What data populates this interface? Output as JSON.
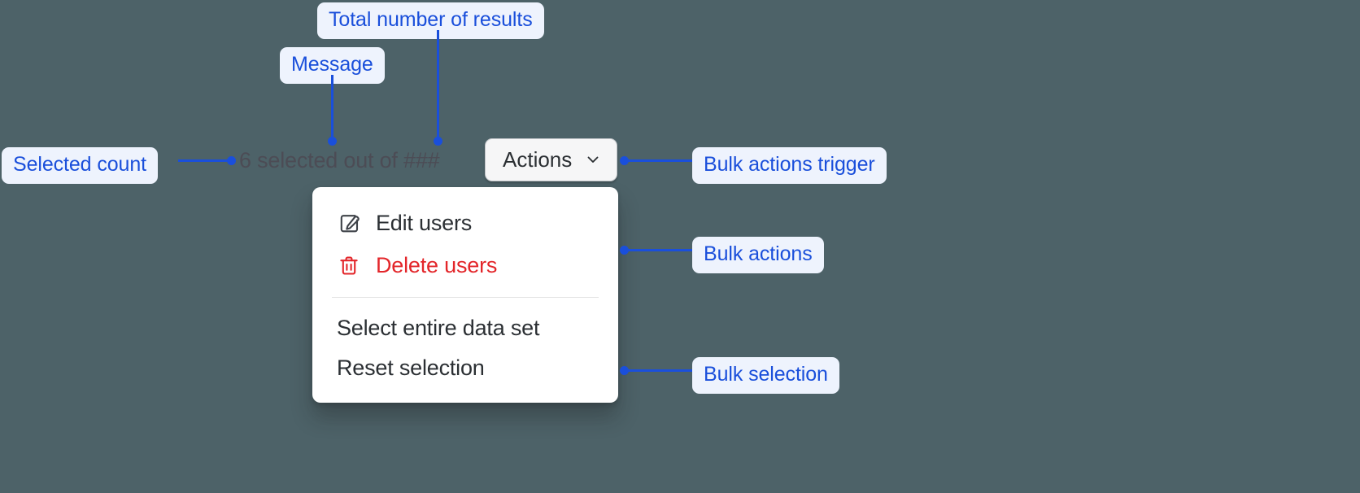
{
  "theme": {
    "background": "#4d6268",
    "callout_bg": "#eef3fd",
    "callout_text": "#1a4fdb",
    "leader_color": "#1a4fdb",
    "message_text": "#4c4c55",
    "menu_bg": "#ffffff",
    "menu_text": "#2b2f33",
    "destructive": "#e3262a",
    "button_bg": "#f6f6f7",
    "button_border": "#bfc3c7",
    "separator": "#e3e3e3"
  },
  "annotations": [
    {
      "id": "total-results",
      "label": "Total number of results"
    },
    {
      "id": "message",
      "label": "Message"
    },
    {
      "id": "selected-count",
      "label": "Selected count"
    },
    {
      "id": "bulk-actions-trigger",
      "label": "Bulk actions trigger"
    },
    {
      "id": "bulk-actions",
      "label": "Bulk actions"
    },
    {
      "id": "bulk-selection",
      "label": "Bulk selection"
    }
  ],
  "selection_bar": {
    "message": "6 selected out of ###",
    "selected_count": "6",
    "total_results_placeholder": "###",
    "trigger": {
      "label": "Actions",
      "icon": "chevron-down-icon"
    }
  },
  "menu": {
    "groups": [
      {
        "id": "bulk-actions",
        "items": [
          {
            "id": "edit-users",
            "label": "Edit users",
            "icon": "edit-icon",
            "destructive": false
          },
          {
            "id": "delete-users",
            "label": "Delete users",
            "icon": "trash-icon",
            "destructive": true
          }
        ]
      },
      {
        "id": "bulk-selection",
        "items": [
          {
            "id": "select-entire-data-set",
            "label": "Select entire data set",
            "icon": null,
            "destructive": false
          },
          {
            "id": "reset-selection",
            "label": "Reset selection",
            "icon": null,
            "destructive": false
          }
        ]
      }
    ]
  }
}
